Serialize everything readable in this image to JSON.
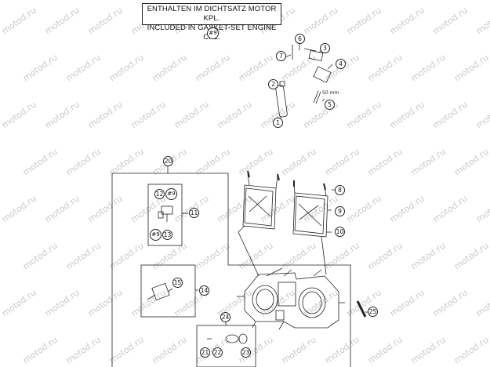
{
  "note": {
    "line1": "ENTHALTEN IM DICHTSATZ MOTOR KPL.",
    "line2": "INCLUDED IN GASKET-SET ENGINE CPL."
  },
  "watermark": "motod.ru",
  "dimension": "50 mm",
  "callouts": {
    "c9hash": "#9",
    "c1": "1",
    "c2": "2",
    "c3": "3",
    "c4": "4",
    "c5": "5",
    "c6": "6",
    "c7": "7",
    "c8": "8",
    "c9": "9",
    "c10": "10",
    "c11": "11",
    "c12": "12",
    "c12b": "#9",
    "c13hash": "#9",
    "c13": "13",
    "c14": "14",
    "c15": "15",
    "c20": "20",
    "c21": "21",
    "c22": "22",
    "c23": "23",
    "c24": "24",
    "c25": "25"
  }
}
